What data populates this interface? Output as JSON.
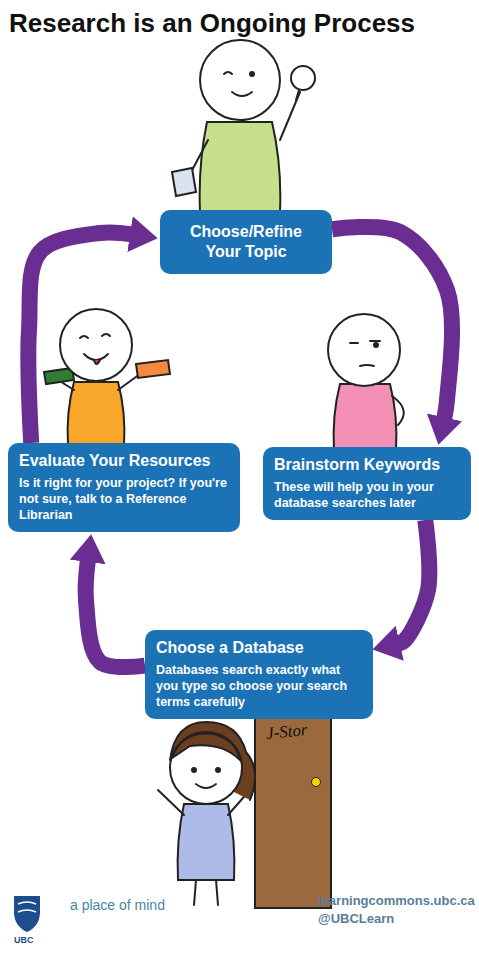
{
  "diagram": {
    "title": "Research is an Ongoing Process",
    "nodes": [
      {
        "text": [
          "Choose/Refine Your Topic"
        ]
      },
      {
        "text": [
          "Brainstorm Keywords",
          "These will help you in your database searches later"
        ]
      },
      {
        "text": [
          "Choose a Database",
          "Databases search exactly what you type so choose your search terms carefully"
        ]
      },
      {
        "text": [
          "Evaluate Your Resources",
          "Is it right for your project? If you're not sure, talk to a Reference Librarian"
        ]
      }
    ],
    "edges": [
      {
        "from": 0,
        "to": 1,
        "arrow": "to"
      },
      {
        "from": 1,
        "to": 2,
        "arrow": "to"
      },
      {
        "from": 2,
        "to": 3,
        "arrow": "to"
      },
      {
        "from": 3,
        "to": 0,
        "arrow": "to"
      }
    ],
    "labels": [
      "J-Stor",
      "UBC",
      "a place of mind",
      "learningcommons.ubc.ca",
      "@UBCLearn"
    ]
  }
}
